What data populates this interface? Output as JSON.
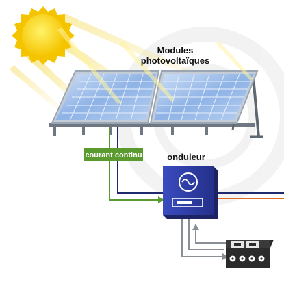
{
  "labels": {
    "modules_line1": "Modules",
    "modules_line2": "photovoltaïques",
    "courant_continu": "courant continu",
    "onduleur": "onduleur"
  },
  "colors": {
    "sun": "#f7d01c",
    "sun_ray": "#f3e27a",
    "panel_cell": "#8fb3e6",
    "panel_frame": "#b9c4d2",
    "green_wire": "#5a9a2e",
    "navy_wire": "#1f2a6e",
    "orange_wire": "#e06a1f",
    "gray_wire": "#8a8f96",
    "inverter": "#2a3aa0",
    "meter": "#2b2b2b"
  },
  "icons": {
    "sun": "sun-icon",
    "inverter_wave": "sine-wave-icon",
    "inverter_display": "display-icon",
    "meter": "electric-meter-icon"
  }
}
